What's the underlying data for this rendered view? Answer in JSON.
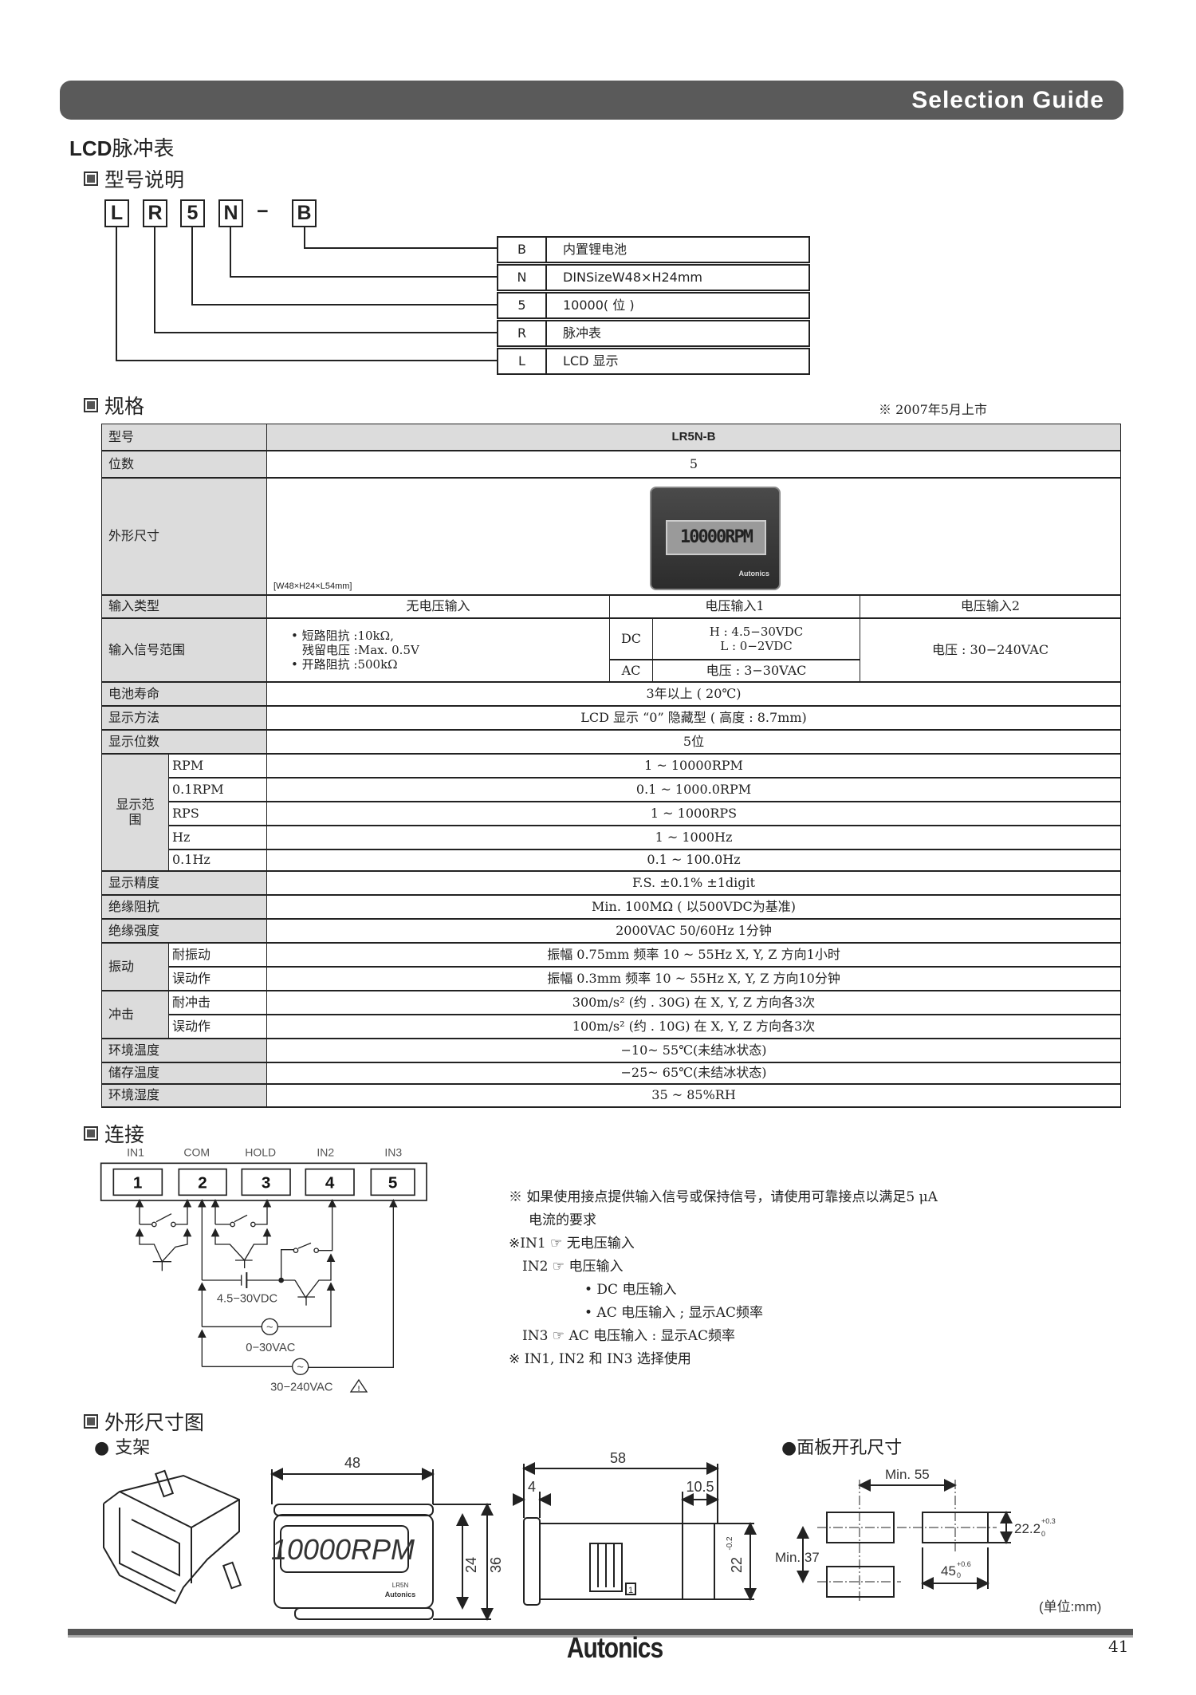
{
  "header": {
    "title": "Selection Guide"
  },
  "page_title": {
    "prefix": "LCD",
    "suffix": "脉冲表"
  },
  "model_section": {
    "heading": "型号说明",
    "code": [
      "L",
      "R",
      "5",
      "N",
      "−",
      "B"
    ],
    "legend": [
      {
        "key": "B",
        "value": "内置锂电池"
      },
      {
        "key": "N",
        "value": "DINSizeW48×H24mm"
      },
      {
        "key": "5",
        "value": "10000( 位 )"
      },
      {
        "key": "R",
        "value": "脉冲表"
      },
      {
        "key": "L",
        "value": "LCD 显示"
      }
    ]
  },
  "spec_section": {
    "heading": "规格",
    "release_note": "※ 2007年5月上市",
    "model": {
      "label": "型号",
      "value": "LR5N-B"
    },
    "digits": {
      "label": "位数",
      "value": "5"
    },
    "size": {
      "label": "外形尺寸",
      "note": "[W48×H24×L54mm]",
      "device_display": "10000RPM",
      "device_brand": "Autonics"
    },
    "input_type": {
      "label": "输入类型",
      "cols": [
        "无电压输入",
        "电压输入1",
        "电压输入2"
      ]
    },
    "input_range": {
      "label": "输入信号范围",
      "no_voltage": [
        "• 短路阻抗 :10kΩ,",
        "残留电压 :Max. 0.5V",
        "• 开路阻抗 :500kΩ"
      ],
      "dc_label": "DC",
      "dc_lines": [
        "H : 4.5−30VDC",
        "L : 0−2VDC"
      ],
      "ac_label": "AC",
      "ac_value": "电压 : 3−30VAC",
      "voltage2": "电压 : 30−240VAC"
    },
    "battery": {
      "label": "电池寿命",
      "value": "3年以上 ( 20℃)"
    },
    "display_method": {
      "label": "显示方法",
      "value": "LCD 显示 “0” 隐藏型 ( 高度 : 8.7mm)"
    },
    "display_digits": {
      "label": "显示位数",
      "value": "5位"
    },
    "display_range": {
      "label": "显示范围",
      "items": [
        {
          "unit": "RPM",
          "value": "1 ~ 10000RPM"
        },
        {
          "unit": "0.1RPM",
          "value": "0.1 ~ 1000.0RPM"
        },
        {
          "unit": "RPS",
          "value": "1 ~ 1000RPS"
        },
        {
          "unit": "Hz",
          "value": "1 ~ 1000Hz"
        },
        {
          "unit": "0.1Hz",
          "value": "0.1 ~ 100.0Hz"
        }
      ]
    },
    "accuracy": {
      "label": "显示精度",
      "value": "F.S. ±0.1% ±1digit"
    },
    "insulation": {
      "label": "绝缘阻抗",
      "value": "Min. 100MΩ ( 以500VDC为基准)"
    },
    "dielectric": {
      "label": "绝缘强度",
      "value": "2000VAC 50/60Hz 1分钟"
    },
    "vibration": {
      "label": "振动",
      "items": [
        {
          "sub": "耐振动",
          "value": "振幅 0.75mm  频率 10 ~ 55Hz   X, Y, Z 方向1小时"
        },
        {
          "sub": "误动作",
          "value": "振幅 0.3mm 频率 10 ~ 55Hz  X, Y, Z 方向10分钟"
        }
      ]
    },
    "shock": {
      "label": "冲击",
      "items": [
        {
          "sub": "耐冲击",
          "value": "300m/s² (约 . 30G)     在 X, Y, Z 方向各3次"
        },
        {
          "sub": "误动作",
          "value": "100m/s² (约 . 10G)     在 X, Y, Z 方向各3次"
        }
      ]
    },
    "ambient_temp": {
      "label": "环境温度",
      "value": "−10~ 55℃(未结冰状态)"
    },
    "storage_temp": {
      "label": "储存温度",
      "value": "−25~ 65℃(未结冰状态)"
    },
    "humidity": {
      "label": "环境湿度",
      "value": "35 ~ 85%RH"
    }
  },
  "connection": {
    "heading": "连接",
    "terminal_labels": [
      "IN1",
      "COM",
      "HOLD",
      "IN2",
      "IN3"
    ],
    "terminal_numbers": [
      "1",
      "2",
      "3",
      "4",
      "5"
    ],
    "dc_supply": "4.5−30VDC",
    "ac_low": "0−30VAC",
    "ac_high": "30−240VAC",
    "notes": [
      "※ 如果使用接点提供输入信号或保持信号，请使用可靠接点以满足5 μA",
      "电流的要求",
      "※IN1 ☞ 无电压输入",
      "IN2 ☞ 电压输入",
      "• DC 电压输入",
      "• AC 电压输入 ; 显示AC频率",
      "IN3 ☞ AC 电压输入 : 显示AC频率",
      "※ IN1, IN2 和 IN3 选择使用"
    ]
  },
  "dimensions": {
    "heading": "外形尺寸图",
    "bracket_label": "● 支架",
    "cutout_label": "●面板开孔尺寸",
    "front": {
      "width": "48",
      "lcd_height": "24",
      "height": "36",
      "display": "10000RPM",
      "model": "LR5N",
      "brand": "Autonics"
    },
    "side": {
      "length": "58",
      "front": "4",
      "rear": "10.5",
      "height": "22",
      "height_tol": "-0.2",
      "terminal": "1"
    },
    "cutout": {
      "min_h": "Min. 55",
      "min_v": "Min. 37",
      "h": "22.2",
      "h_tol": "+0.3",
      "h_tol_low": "0",
      "w": "45",
      "w_tol": "+0.6",
      "w_tol_low": "0"
    },
    "unit": "(单位:mm)"
  },
  "footer": {
    "brand": "Autonics",
    "page": "41"
  }
}
